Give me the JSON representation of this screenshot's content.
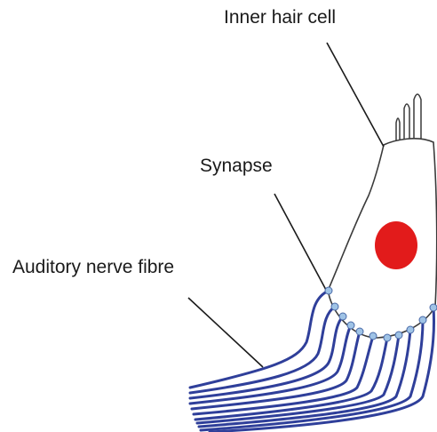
{
  "labels": {
    "inner_hair_cell": "Inner hair cell",
    "synapse": "Synapse",
    "auditory_nerve_fibre": "Auditory nerve fibre"
  },
  "colors": {
    "cell_outline": "#3a3a3a",
    "nucleus": "#e21b1b",
    "nerve_fibre": "#2f3f9a",
    "synapse_bouton": "#9fc3e6",
    "leader_line": "#1a1a1a",
    "label_text": "#1a1a1a"
  }
}
